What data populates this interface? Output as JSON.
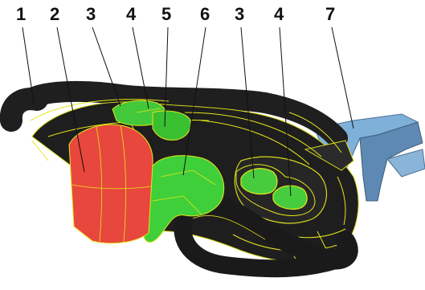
{
  "labels": [
    "1",
    "2",
    "3",
    "4",
    "5",
    "6",
    "3",
    "4",
    "7"
  ],
  "colors": {
    "body": "#1c1c1c",
    "wireframe": "#e6e61a",
    "red_part": "#e8483e",
    "green_part": "#3fcf3a",
    "blue_bracket": "#6f9ec7",
    "leader": "#111111"
  }
}
